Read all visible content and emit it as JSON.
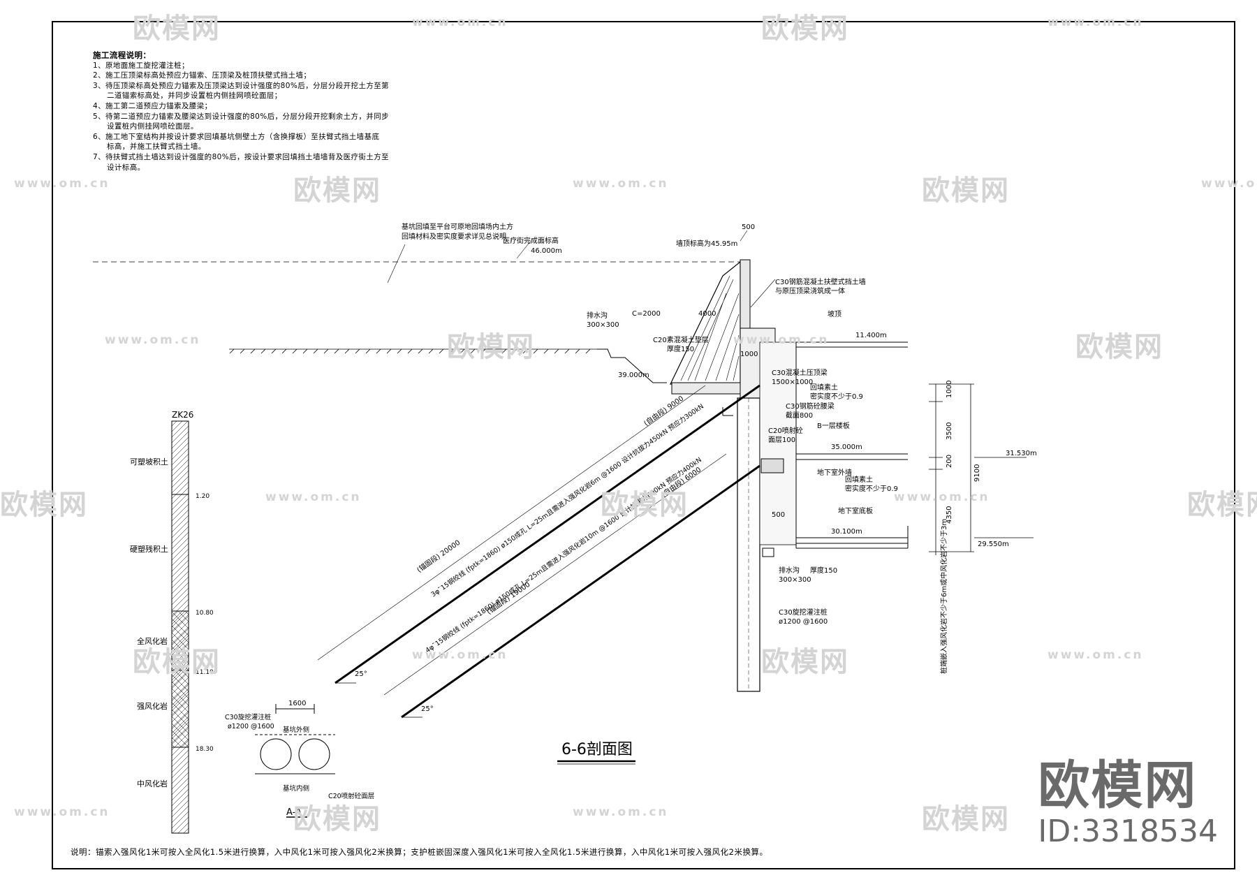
{
  "notes": {
    "title": "施工流程说明：",
    "items": [
      "1、原地面施工旋挖灌注桩；",
      "2、施工压顶梁标高处预应力锚索、压顶梁及桩顶扶壁式挡土墙；",
      "3、待压顶梁标高处预应力锚索及压顶梁达到设计强度的80%后，分层分段开挖土方至第",
      "   二道锚索标高处，并同步设置桩内侧挂网喷砼面层；",
      "4、施工第二道预应力锚索及腰梁；",
      "5、待第二道预应力锚索及腰梁达到设计强度的80%后，分层分段开挖剩余土方，并同步",
      "   设置桩内侧挂网喷砼面层。",
      "6、施工地下室结构并按设计要求回填基坑侧壁土方（含换撑板）至扶臂式挡土墙基底",
      "   标高，并施工扶臂式挡土墙。",
      "7、待扶臂式挡土墙达到设计强度的80%后，按设计要求回填挡土墙墙背及医疗街土方至",
      "   设计标高。"
    ]
  },
  "section_title": "6-6剖面图",
  "detail_title": "A-A",
  "borehole": {
    "id": "ZK26",
    "layers": [
      "可塑坡积土",
      "硬塑残积土",
      "全风化岩",
      "强风化岩",
      "中风化岩"
    ],
    "depths": [
      "1.20",
      "10.80",
      "11.10",
      "18.30"
    ]
  },
  "labels": {
    "wall_top": "墙顶标高为45.95m",
    "design_ground": "医疗街完成面标高",
    "design_ground_elev": "46.000m",
    "backfill_note_1": "基坑回填至平台可原地回填场内土方",
    "backfill_note_2": "回填材料及密实度要求详见总说明",
    "el_39": "39.000m",
    "el_11": "11.400m",
    "el_35": "35.000m",
    "el_31": "31.530m",
    "el_30": "30.100m",
    "el_29": "29.550m",
    "drain_ditch_top": "排水沟",
    "drain_ditch_top_size": "300×300",
    "drain_ditch_bottom": "排水沟",
    "drain_ditch_bottom_size": "300×300",
    "c20_cushion": "C20素混凝土垫层",
    "cushion_thk": "厚度150",
    "retaining_wall": "C30钢筋混凝土扶壁式挡土墙",
    "retaining_wall_2": "与原压顶梁浇筑成一体",
    "cap_beam": "C30混凝土压顶梁",
    "cap_beam_size": "1500×1000",
    "waist_beam": "C30钢筋砼腰梁",
    "waist_beam_size": "截面800",
    "c20_mesh": "C20喷射砼",
    "c20_mesh_2": "面层100",
    "backfill_soil": "回填素土",
    "backfill_compact": "密实度不少于0.9",
    "backfill_bottom": "回填素土",
    "backfill_bottom_compact": "密实度不少于0.9",
    "basement_wall": "地下室外墙",
    "b1_slab": "B一层楼板",
    "basement_floor": "地下室底板",
    "pile": "C30旋挖灌注桩",
    "pile_size": "ø1200 @1600",
    "slope_note": "坡顶",
    "anchor1_total": "(锚固段) 20000",
    "anchor1_free": "(自由段) 9000",
    "anchor1_spec": "3φ˜15钢绞线 (fptk=1860) ø150成孔 L=25m且需进入强风化岩6m @1600 设计抗拔力450kN 预应力300kN",
    "anchor2_total": "(锚固段) 19000",
    "anchor2_free": "(自由段) 6000",
    "anchor2_spec": "4φ˜15钢绞线 (fptk=1860) ø150成孔 L=25m且需进入强风化岩10m @1600 设计抗拔力600kN 预应力400kN",
    "angle": "25°",
    "dim_500": "500",
    "dim_c2000": "C=2000",
    "dim_4000": "4000",
    "dim_1000": "1000",
    "dim_3500": "3500",
    "dim_9100": "9100",
    "dim_4350": "4350",
    "dim_200": "200",
    "dim_1600": "1600",
    "detail_pile": "C30旋挖灌注桩",
    "detail_pile_size": "ø1200 @1600",
    "detail_outer": "基坑外侧",
    "detail_inner": "基坑内侧",
    "detail_mesh": "C20喷射砼面层",
    "vertical_note": "桩端嵌入强风化岩不少于6m或中风化岩不少于3m"
  },
  "bottom_note": "说明：锚索入强风化1米可按入全风化1.5米进行换算，入中风化1米可按入强风化2米换算；支护桩嵌固深度入强风化1米可按入全风化1.5米进行换算，入中风化1米可按入强风化2米换算。",
  "watermark": {
    "logo": "欧模网",
    "url": "www.om.cn"
  },
  "brand": {
    "name": "欧模网",
    "id": "ID:3318534"
  }
}
